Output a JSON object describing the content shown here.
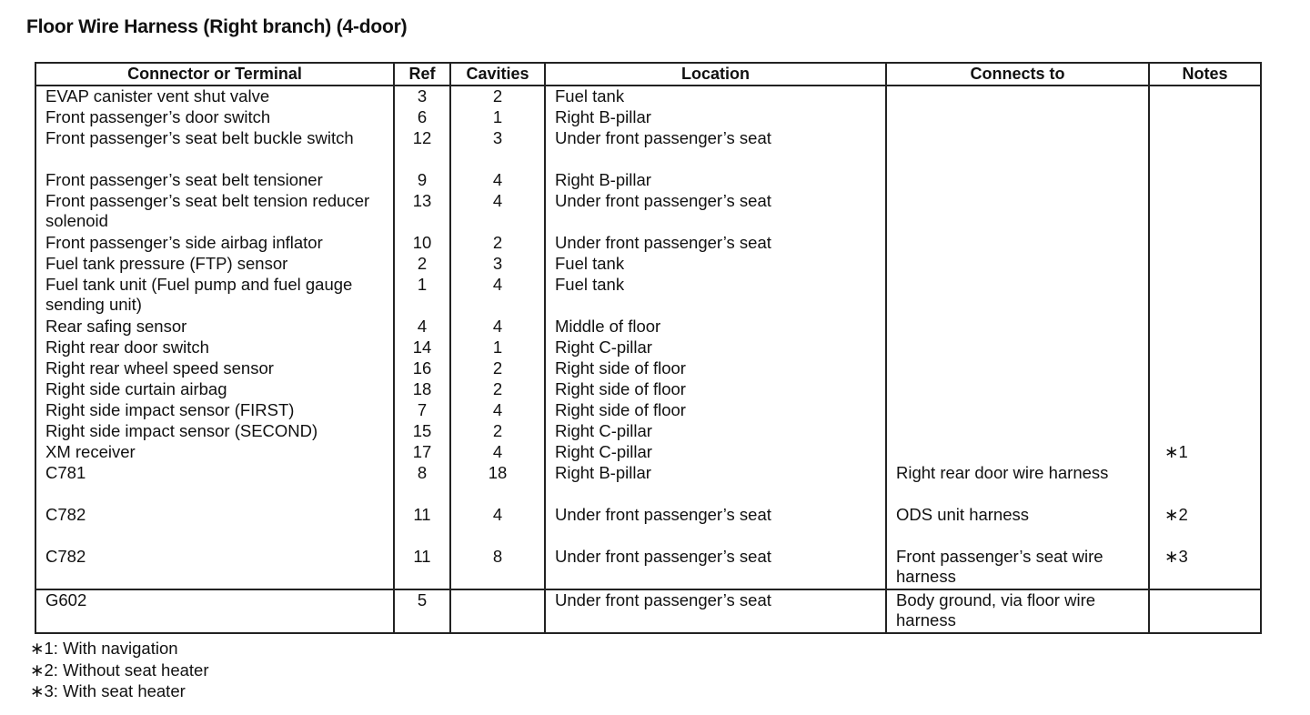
{
  "title": "Floor Wire Harness (Right branch) (4-door)",
  "table": {
    "headers": [
      "Connector or Terminal",
      "Ref",
      "Cavities",
      "Location",
      "Connects to",
      "Notes"
    ],
    "rows": [
      {
        "connector": "EVAP canister vent shut valve",
        "ref": "3",
        "cavities": "2",
        "location": "Fuel tank",
        "connects_to": "",
        "notes": ""
      },
      {
        "connector": "Front passenger’s door switch",
        "ref": "6",
        "cavities": "1",
        "location": "Right B-pillar",
        "connects_to": "",
        "notes": ""
      },
      {
        "connector": "Front passenger’s seat belt buckle switch",
        "ref": "12",
        "cavities": "3",
        "location": "Under front passenger’s seat",
        "connects_to": "",
        "notes": ""
      },
      {
        "connector": "Front passenger’s seat belt tensioner",
        "ref": "9",
        "cavities": "4",
        "location": "Right B-pillar",
        "connects_to": "",
        "notes": ""
      },
      {
        "connector": "Front passenger’s seat belt tension reducer solenoid",
        "ref": "13",
        "cavities": "4",
        "location": "Under front passenger’s seat",
        "connects_to": "",
        "notes": ""
      },
      {
        "connector": "Front passenger’s side airbag inflator",
        "ref": "10",
        "cavities": "2",
        "location": "Under front passenger’s seat",
        "connects_to": "",
        "notes": ""
      },
      {
        "connector": "Fuel tank pressure (FTP) sensor",
        "ref": "2",
        "cavities": "3",
        "location": "Fuel tank",
        "connects_to": "",
        "notes": ""
      },
      {
        "connector": "Fuel tank unit (Fuel pump and fuel gauge sending unit)",
        "ref": "1",
        "cavities": "4",
        "location": "Fuel tank",
        "connects_to": "",
        "notes": ""
      },
      {
        "connector": "Rear safing sensor",
        "ref": "4",
        "cavities": "4",
        "location": "Middle of floor",
        "connects_to": "",
        "notes": ""
      },
      {
        "connector": "Right rear door switch",
        "ref": "14",
        "cavities": "1",
        "location": "Right C-pillar",
        "connects_to": "",
        "notes": ""
      },
      {
        "connector": "Right rear wheel speed sensor",
        "ref": "16",
        "cavities": "2",
        "location": "Right side of floor",
        "connects_to": "",
        "notes": ""
      },
      {
        "connector": "Right side curtain airbag",
        "ref": "18",
        "cavities": "2",
        "location": "Right side of floor",
        "connects_to": "",
        "notes": ""
      },
      {
        "connector": "Right side impact sensor (FIRST)",
        "ref": "7",
        "cavities": "4",
        "location": "Right side of floor",
        "connects_to": "",
        "notes": ""
      },
      {
        "connector": "Right side impact sensor (SECOND)",
        "ref": "15",
        "cavities": "2",
        "location": "Right C-pillar",
        "connects_to": "",
        "notes": ""
      },
      {
        "connector": "XM receiver",
        "ref": "17",
        "cavities": "4",
        "location": "Right C-pillar",
        "connects_to": "",
        "notes": "∗1"
      },
      {
        "connector": "C781",
        "ref": "8",
        "cavities": "18",
        "location": "Right B-pillar",
        "connects_to": "Right rear door wire harness",
        "notes": ""
      },
      {
        "connector": "C782",
        "ref": "11",
        "cavities": "4",
        "location": "Under front passenger’s seat",
        "connects_to": "ODS unit harness",
        "notes": "∗2"
      },
      {
        "connector": "C782",
        "ref": "11",
        "cavities": "8",
        "location": "Under front passenger’s seat",
        "connects_to": "Front passenger’s seat wire harness",
        "notes": "∗3"
      },
      {
        "connector": "G602",
        "ref": "5",
        "cavities": "",
        "location": "Under front passenger’s seat",
        "connects_to": "Body ground, via floor wire harness",
        "notes": ""
      }
    ]
  },
  "footnotes": [
    "∗1: With navigation",
    "∗2: Without seat heater",
    "∗3: With seat heater"
  ]
}
